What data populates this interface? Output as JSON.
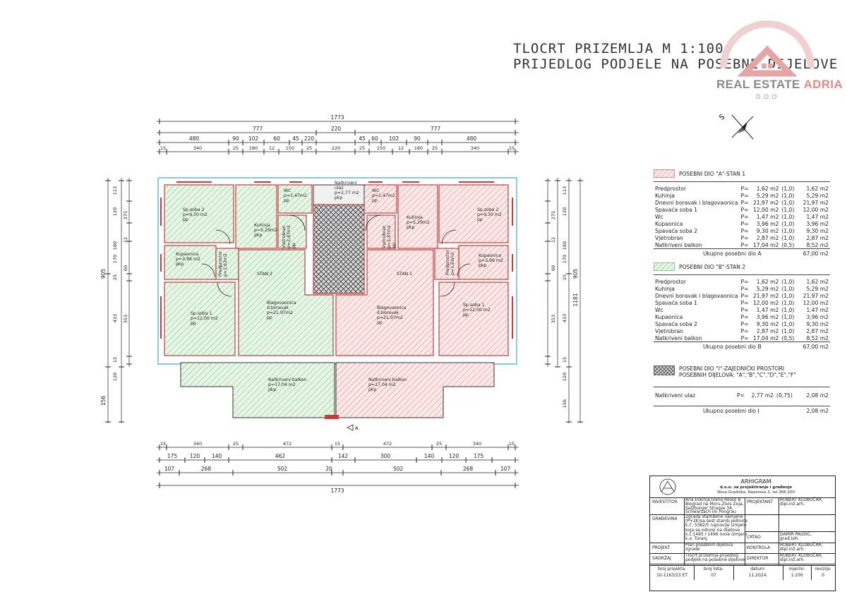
{
  "title": {
    "line1": "TLOCRT PRIZEMLJA   M 1:100",
    "line2": "PRIJEDLOG PODJELE NA POSEBNE DIJELOVE"
  },
  "logo": {
    "brand_part1": "REAL ESTATE ",
    "brand_part2": "ADRIA",
    "suffix": "D.O.O"
  },
  "compass_label": "S",
  "dims": {
    "top_total": "1773",
    "top_row2": [
      "777",
      "220",
      "777"
    ],
    "top_row3": [
      "480",
      "90",
      "102",
      "60",
      "45",
      "220",
      "45",
      "60",
      "102",
      "90",
      "480"
    ],
    "top_row4": [
      "15",
      "340",
      "25",
      "180",
      "12",
      "150",
      "25",
      "220",
      "25",
      "150",
      "12",
      "180",
      "25",
      "340",
      "15"
    ],
    "bottom_row1": [
      "15",
      "340",
      "25",
      "472",
      "15",
      "472",
      "25",
      "340",
      "15"
    ],
    "bottom_row2": [
      "175",
      "120",
      "140",
      "462",
      "142",
      "300",
      "140",
      "120",
      "175"
    ],
    "bottom_row3": [
      "107",
      "268",
      "502",
      "20",
      "502",
      "268",
      "107"
    ],
    "bottom_total": "1773",
    "left_outer": [
      "905",
      "156"
    ],
    "left_inner": [
      "113",
      "120",
      "180",
      "170",
      "25",
      "433",
      "15",
      "120"
    ],
    "left_inner2": [
      "275",
      "12",
      "60",
      "353"
    ],
    "right_outer": [
      "905",
      "1181"
    ],
    "right_inner": [
      "113",
      "120",
      "180",
      "170",
      "25",
      "433",
      "15",
      "120",
      "156"
    ],
    "right_inner2": [
      "275",
      "12",
      "60",
      "353"
    ]
  },
  "rooms": {
    "left_bedroom2": [
      "Sp.soba 2",
      "p=9,30 m2",
      "pp"
    ],
    "left_kitchen": [
      "Kuhinja",
      "p=5,29m2",
      "pkp"
    ],
    "left_wc": [
      "WC",
      "p=1,47m2",
      "pp"
    ],
    "left_vjetrobran": [
      "Vjetrobran",
      "p=2,87m2",
      "pp"
    ],
    "left_bath": [
      "Kupaonica",
      "p=3,96 m2",
      "pkp"
    ],
    "left_predprostor": [
      "Predprostor",
      "p=1,62m2"
    ],
    "left_stan": "STAN 2",
    "left_bedroom1": [
      "Sp.soba 1",
      "p=12,00 m2",
      "pp"
    ],
    "left_living": [
      "Blagovaonica",
      "d.boravak",
      "p=21,97m2",
      "pp"
    ],
    "left_balcony": [
      "Natkriveni balkon",
      "p=17,04 m2",
      "pkp"
    ],
    "entrance": [
      "Natkriveni",
      "ulaz",
      "p=2,77 m2",
      "pkp"
    ],
    "right_wc": [
      "WC",
      "p=1,47m2",
      "pp"
    ],
    "right_vjetrobran": [
      "Vjetrobran",
      "p=2,87m2",
      "pp"
    ],
    "right_kitchen": [
      "Kuhinja",
      "p=5,29m2",
      "pkp"
    ],
    "right_bedroom2": [
      "Sp.soba 2",
      "p=9,30 m2",
      "pp"
    ],
    "right_bath": [
      "Kupaonica",
      "p=3,96 m2",
      "pkp"
    ],
    "right_predprostor": [
      "Predprostor",
      "p=1,62m2"
    ],
    "right_stan": "STAN 1",
    "right_living": [
      "Blagovaonica",
      "d.boravak",
      "p=21,97m2",
      "pp"
    ],
    "right_bedroom1": [
      "Sp.soba 1",
      "p=12,00 m2",
      "pp"
    ],
    "right_balcony": [
      "Natkriveni balkon",
      "p=17,04 m2",
      "pkp"
    ],
    "section_marker": "A"
  },
  "legend_a": {
    "title": "POSEBNI DIO \"A\"-STAN 1",
    "rows": [
      [
        "Predprostor",
        "P=",
        "1,62 m2",
        "(1,0)",
        "1,62 m2"
      ],
      [
        "Kuhinja",
        "P=",
        "5,29 m2",
        "(1,0)",
        "5,29 m2"
      ],
      [
        "Dnevni boravak i blagovaonica",
        "P=",
        "21,97 m2",
        "(1,0)",
        "21,97 m2"
      ],
      [
        "Spavaća soba 1",
        "P=",
        "12,00 m2",
        "(1,0)",
        "12,00 m2"
      ],
      [
        "Wc",
        "P=",
        "1,47 m2",
        "(1,0)",
        "1,47 m2"
      ],
      [
        "Kupaonica",
        "P=",
        "3,96 m2",
        "(1,0)",
        "3,96 m2"
      ],
      [
        "Spavaća soba 2",
        "P=",
        "9,30 m2",
        "(1,0)",
        "9,30 m2"
      ],
      [
        "Vjetrobran",
        "P=",
        "2,87 m2",
        "(1,0)",
        "2,87 m2"
      ],
      [
        "Natkriveni balkon",
        "P=",
        "17,04 m2",
        "(0,5)",
        "8,52 m2"
      ]
    ],
    "total_label": "Ukupno posebni dio A",
    "total_value": "67,00 m2"
  },
  "legend_b": {
    "title": "POSEBNI DIO \"B\"-STAN 2",
    "rows": [
      [
        "Predprostor",
        "P=",
        "1,62 m2",
        "(1,0)",
        "1,62 m2"
      ],
      [
        "Kuhinja",
        "P=",
        "5,29 m2",
        "(1,0)",
        "5,29 m2"
      ],
      [
        "Dnevni boravak i blagovaonica",
        "P=",
        "21,97 m2",
        "(1,0)",
        "21,97 m2"
      ],
      [
        "Spavaća soba 1",
        "P=",
        "12,00 m2",
        "(1,0)",
        "12,00 m2"
      ],
      [
        "Wc",
        "P=",
        "1,47 m2",
        "(1,0)",
        "1,47 m2"
      ],
      [
        "Kupaonica",
        "P=",
        "3,96 m2",
        "(1,0)",
        "3,96 m2"
      ],
      [
        "Spavaća soba 2",
        "P=",
        "9,30 m2",
        "(1,0)",
        "9,30 m2"
      ],
      [
        "Vjetrobran",
        "P=",
        "2,87 m2",
        "(1,0)",
        "2,87 m2"
      ],
      [
        "Natkriveni balkon",
        "P=",
        "17,04 m2",
        "(0,5)",
        "8,52 m2"
      ]
    ],
    "total_label": "Ukupno posebni dio B",
    "total_value": "67,00 m2"
  },
  "legend_i": {
    "title1": "POSEBNI DIO \"I\"-ZAJEDNIČKI PROSTORI",
    "title2": "POSEBNIH DIJELOVA: \"A\",\"B\",\"C\",\"D\",\"E\",\"F\"",
    "row": [
      "Natkriveni ulaz",
      "P=",
      "2,77 m2",
      "(0,75)",
      "2,08 m2"
    ],
    "total_label": "Ukupno posebni dio I",
    "total_value": "2,08 m2"
  },
  "titleblock": {
    "company": "ARHIGRAM",
    "company_sub": "d.o.o. za projektiranje i građenje",
    "company_addr": "Nova Gradiška, Nazorova 2, tel.366-200",
    "investitor_label": "INVESTITOR",
    "investitor": [
      "Ana Eškinja,Ivana Rosso B",
      "Biograd na Moru,Zivis Zoja,",
      "Salzburger Strasse 34,",
      "Schwarzach im Pongrau"
    ],
    "projektant_label": "PROJEKTANT",
    "projektant": [
      "ROBERT KLOBUČAR,",
      "dipl.inž.arh."
    ],
    "gradjevina_label": "GRAĐEVINA",
    "gradjevina": [
      "Zgrada stambene namjene",
      "(P+2K)sa šest stamb.jedinica",
      "k.č. 3382/5 najnovije izmjere",
      "koja se odnosi na dijelove",
      "k.č.1495 i 1496 nove izmjere",
      "k.o. Turanj"
    ],
    "crtao_label": "CRTAO",
    "crtao": [
      "DAMIR PAUŠIĆ,",
      "građ.teh."
    ],
    "projekt_label": "PROJEKT",
    "projekt": [
      "Plan posebnih dijelova",
      "zgrade"
    ],
    "kontrola_label": "KONTROLA",
    "kontrola": [
      "ROBERT KLOBUČAR,",
      "dipl.inž.arh."
    ],
    "sadrzaj_label": "SADRŽAJ",
    "sadrzaj": [
      "Tlocrt prizemlja-prijedlog",
      "podjele na posebne dijelove"
    ],
    "direktor_label": "DIREKTOR",
    "direktor": [
      "ROBERT KLOBUČAR,",
      "dipl.inž.arh."
    ],
    "footer": {
      "broj_projekta_label": "broj projekta:",
      "broj_projekta": "10-1163/23 ET",
      "broj_lista_label": "broj lista:",
      "broj_lista": "07",
      "datum_label": "datum:",
      "datum": "11.2024.",
      "mjerilo_label": "mjerilo:",
      "mjerilo": "1:100",
      "revizija_label": "revizija:",
      "revizija": "0"
    }
  },
  "colors": {
    "stan1": "#e07a7a",
    "stan2": "#7ac27a",
    "common": "#444444",
    "wall": "#c43c3c",
    "frame": "#6ab4dc"
  }
}
